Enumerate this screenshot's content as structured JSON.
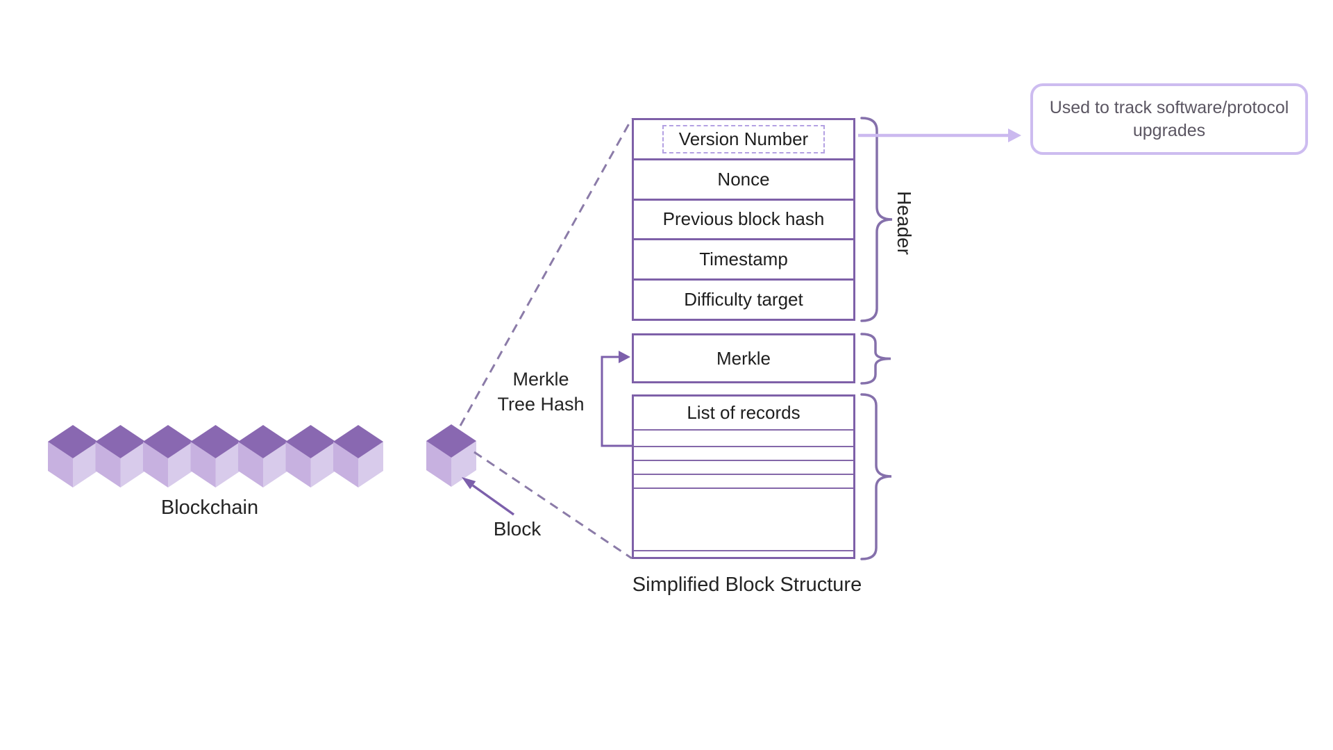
{
  "labels": {
    "blockchain": "Blockchain",
    "block": "Block",
    "merkle_tree_hash": [
      "Merkle",
      "Tree Hash"
    ],
    "header_brace": "Header",
    "caption": "Simplified Block Structure"
  },
  "block_structure": {
    "header_fields": [
      "Version Number",
      "Nonce",
      "Previous block hash",
      "Timestamp",
      "Difficulty target"
    ],
    "merkle_field": "Merkle",
    "records_field": "List of records"
  },
  "annotation": {
    "lines": [
      "Used to track software/protocol",
      "upgrades"
    ]
  },
  "diagram": {
    "blockchain_cube_count": 7,
    "colors": {
      "cube_top": "#8968b1",
      "cube_left": "#c7b1e0",
      "cube_right": "#d8cbeb",
      "box_border": "#7e60a8",
      "brace": "#8570ab",
      "dashed_line": "#8b7ba8",
      "solid_arrow": "#7c5fab",
      "light_arrow": "#cbb9ef",
      "annotation_border": "#cdbcf0"
    }
  }
}
